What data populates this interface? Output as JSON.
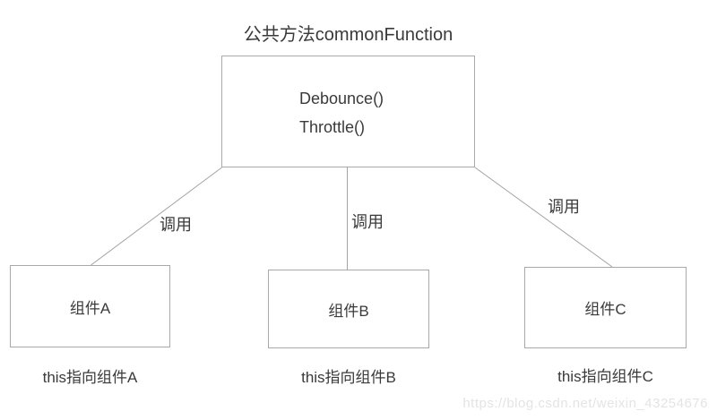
{
  "diagram": {
    "title": "公共方法commonFunction",
    "common_box": {
      "method1": "Debounce()",
      "method2": "Throttle()"
    },
    "connections": [
      {
        "label": "调用"
      },
      {
        "label": "调用"
      },
      {
        "label": "调用"
      }
    ],
    "components": [
      {
        "name": "组件A",
        "caption": "this指向组件A"
      },
      {
        "name": "组件B",
        "caption": "this指向组件B"
      },
      {
        "name": "组件C",
        "caption": "this指向组件C"
      }
    ],
    "watermark": "https://blog.csdn.net/weixin_43254676",
    "colors": {
      "border": "#a9a9a9",
      "connector_line": "#a3a3a3",
      "text": "#3a3a3a",
      "watermark_text": "#e4e4e4",
      "background": "#ffffff"
    }
  }
}
